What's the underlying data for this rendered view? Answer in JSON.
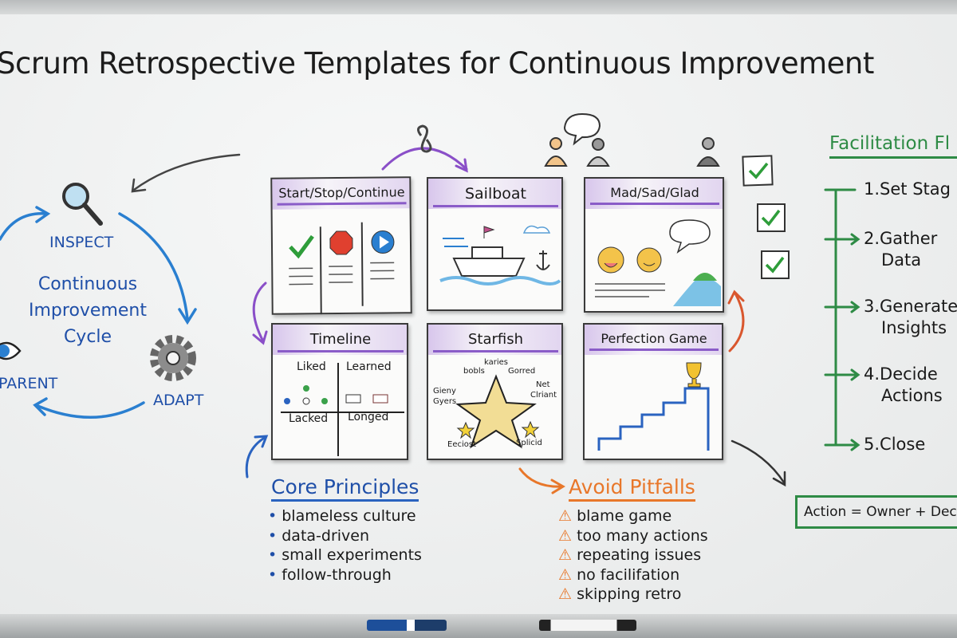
{
  "title": "Scrum Retrospective Templates for Continuous Improvement",
  "cycle": {
    "center": [
      "Continuous",
      "Improvement",
      "Cycle"
    ],
    "inspect": "INSPECT",
    "adapt": "ADAPT",
    "transparent": "PARENT",
    "icons": [
      "magnifier-icon",
      "gear-icon",
      "eye-icon"
    ],
    "color": "#1f4fa8"
  },
  "cards": {
    "start_stop_continue": {
      "title": "Start/Stop/Continue"
    },
    "sailboat": {
      "title": "Sailboat"
    },
    "mad_sad_glad": {
      "title": "Mad/Sad/Glad"
    },
    "timeline": {
      "title": "Timeline",
      "liked": "Liked",
      "learned": "Learned",
      "lacked": "Lacked",
      "longed": "Longed"
    },
    "starfish": {
      "title": "Starfish",
      "labels": [
        "karies",
        "bobls",
        "Gorred",
        "Gieny",
        "Gyers",
        "Net",
        "Clriant",
        "Eeciost",
        "Splicid"
      ]
    },
    "perfection_game": {
      "title": "Perfection Game"
    }
  },
  "facilitation": {
    "title": "Facilitation Fl",
    "color": "#2e8b45",
    "steps": [
      [
        "1.Set Stag"
      ],
      [
        "2.Gather",
        "Data"
      ],
      [
        "3.Generate",
        "Insights"
      ],
      [
        "4.Decide",
        "Actions"
      ],
      [
        "5.Close"
      ]
    ],
    "action_box": "Action = Owner + Dec"
  },
  "core_principles": {
    "title": "Core Principles",
    "items": [
      "blameless culture",
      "data-driven",
      "small experiments",
      "follow-through"
    ]
  },
  "pitfalls": {
    "title": "Avoid Pitfalls",
    "color": "#e8772a",
    "items": [
      "blame game",
      "too many actions",
      "repeating issues",
      "no facilifation",
      "skipping retro"
    ]
  }
}
